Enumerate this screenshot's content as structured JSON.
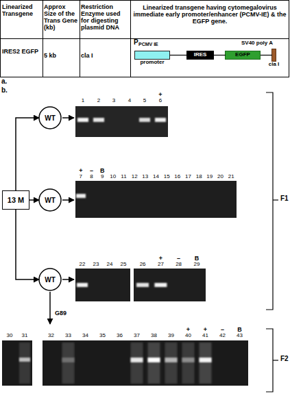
{
  "diagram": {
    "nodes": [
      {
        "text": [
          "promoter"
        ]
      },
      {
        "text": [
          "IRES"
        ]
      },
      {
        "text": [
          "EGFP"
        ]
      },
      {
        "text": [
          "cla I"
        ]
      },
      {
        "text": [
          "13 M"
        ]
      },
      {
        "text": [
          "WT"
        ]
      },
      {
        "text": [
          "WT"
        ]
      },
      {
        "text": [
          "WT"
        ]
      }
    ],
    "edges": [
      {
        "from": 0,
        "to": 1,
        "arrow": "none"
      },
      {
        "from": 1,
        "to": 2,
        "arrow": "none"
      },
      {
        "from": 2,
        "to": 3,
        "arrow": "none"
      },
      {
        "from": 4,
        "to": 5,
        "arrow": "to"
      },
      {
        "from": 4,
        "to": 6,
        "arrow": "to"
      },
      {
        "from": 4,
        "to": 7,
        "arrow": "to"
      }
    ],
    "labels": [
      "a.",
      "Linearized Transgene",
      "Approx Size of the Trans Gene (kb)",
      "Restriction Enzyme used for digesting plasmid DNA",
      "Linearized transgene having cytomegalovirus immediate early promoter/enhancer (PCMV-IE) & the EGFP gene.",
      "IRES2 EGFP",
      "5 kb",
      "cla I",
      "P",
      "PCMV IE",
      "SV40 poly A",
      "b.",
      "1",
      "2",
      "3",
      "4",
      "5",
      "+",
      "6",
      "+",
      "7",
      "–",
      "8",
      "B",
      "9",
      "10",
      "11",
      "12",
      "13",
      "14",
      "15",
      "16",
      "17",
      "18",
      "19",
      "20",
      "21",
      "22",
      "23",
      "24",
      "25",
      "26",
      "+",
      "27",
      "–",
      "28",
      "B",
      "29",
      "G89",
      "30",
      "31",
      "32",
      "33",
      "34",
      "35",
      "36",
      "37",
      "38",
      "39",
      "+",
      "40",
      "+",
      "41",
      "–",
      "42",
      "B",
      "43",
      "F1",
      "F2"
    ]
  }
}
